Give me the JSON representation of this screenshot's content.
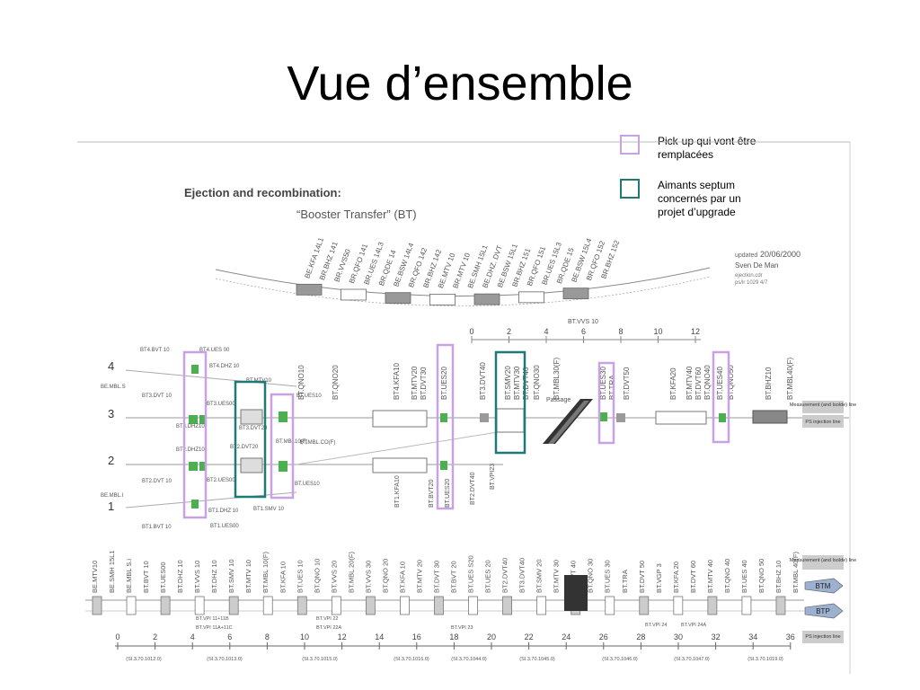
{
  "slide": {
    "title": "Vue d’ensemble"
  },
  "legend": [
    {
      "label_line1": "Pick-up qui vont être",
      "label_line2": "remplacées",
      "color": "#c9a2e6"
    },
    {
      "label_line1": "Aimants septum",
      "label_line2": "concernés par un",
      "label_line3": "projet d’upgrade",
      "color": "#1f7a73"
    }
  ],
  "scan": {
    "heading": "Ejection and recombination:",
    "subheading": "“Booster Transfer” (BT)",
    "updated": "updated",
    "date": "20/06/2000",
    "author": "Sven De Man",
    "file1": "ejection.cdr",
    "file2": "ps/lr 1029 4/7",
    "ring_labels": [
      "4",
      "3",
      "2",
      "1"
    ],
    "top_arc_labels": [
      "BE.KFA 14L1",
      "BR.BHZ 141",
      "BR.VVS50",
      "BR.QFO 141",
      "BR.UES 14L3",
      "BR.QDE 14",
      "BE.BSW 14L4",
      "BR.QFO 142",
      "BR.BHZ 142",
      "BE.MTV 10",
      "BR.MTV 10",
      "BE.SMH 15L1",
      "BE.DHZ. DVT",
      "BE.BSW 15L1",
      "BR.BHZ 151",
      "BR.QFO 151",
      "BR.UES 15L3",
      "BR.QDE 15",
      "BE.BSW 15L4",
      "BR.QFO 152",
      "BR.BHZ 152"
    ],
    "upper_labels": [
      "BT.QNO10",
      "BT.QNO20",
      "BT4.KFA10",
      "BT.MTV20",
      "BT.DVT30",
      "BT.UES20",
      "BT3.DVT40",
      "BT.SMV20",
      "BT.MTV30",
      "BT.DVT40",
      "BT.QNO30",
      "BT.MBL30(F)",
      "BT.UES30",
      "BT.TRA",
      "BT.DVT50",
      "BT.KFA20",
      "BT.MTV40",
      "BT.DVT60",
      "BT.QNO40",
      "BT.UES40",
      "BT.QNO50",
      "BT.BHZ10",
      "BT.MBL40(F)"
    ],
    "left_labels": [
      "BT4.BVT 10",
      "BT4.UES 00",
      "BT4.DHZ 10",
      "BE.MBL.S",
      "BT3.DVT 10",
      "BT3.UES00",
      "BT3.DVT20",
      "BT3.DHZ10",
      "BT.MTV10",
      "BT.UES10",
      "BT2.DHZ10",
      "BT2.DVT20",
      "BT.MBL10(F)",
      "BT.MBL.CO(F)",
      "BT2.DVT 10",
      "BT2.UES00",
      "BE.MBL.I",
      "BT1.DHZ 10",
      "BT1.SMV 10",
      "BT1.UES00",
      "BT1.BVT 10",
      "BT.UES10"
    ],
    "mid_labels": [
      "BT1.KFA10",
      "BT.BVT20",
      "BT.UES20",
      "BT2.DVT40",
      "BT.VPI23",
      "Passage",
      "BT.VVS 10"
    ],
    "bottom_labels": [
      "BE.MTV10",
      "BE.SMH 15L1",
      "BE.MBL S.i",
      "BT.BVT 10",
      "BT.UES00",
      "BT.DHZ 10",
      "BT.VVS 10",
      "BT.DHZ 10",
      "BT.SMV 10",
      "BT.MTV 10",
      "BT.MBL 10(F)",
      "BT.KFA 10",
      "BT.UES 10",
      "BT.QNO 10",
      "BT.VVS 20",
      "BT.MBL 20(F)",
      "BT.VVS 30",
      "BT.QNO 20",
      "BT.KFA 10",
      "BT.MTV 20",
      "BT.DVT 30",
      "BT.BVT 20",
      "BT.UES S20",
      "BT.UES 20",
      "BT2.DVT40",
      "BT3.DVT40",
      "BT.SMV 20",
      "BT.MTV 30",
      "BT.DVT 40",
      "BT.QNO 30",
      "BT.UES 30",
      "BT.TRA",
      "BT.DVT 50",
      "BT.VGP 3",
      "BT.KFA 20",
      "BT.DVT 60",
      "BT.MTV 40",
      "BT.QNO 40",
      "BT.UES 40",
      "BT.QNO 50",
      "BT.BHZ 10",
      "BT.MBL 40(F)"
    ],
    "bottom_small": [
      "BT.VPI 11+11B",
      "BT.VPI 11A+11C",
      "BT.VPI 22",
      "BT.VPI 22A",
      "BT.VPI 23",
      "BT.VPI 24",
      "BT.VPI 24A"
    ],
    "right_boxes": [
      "Measurement (and Isolde) line",
      "PS injection line",
      "Measurement (and Isolde) line",
      "PS injection line"
    ],
    "arrows": [
      "BTM",
      "BTP"
    ],
    "scale_top": [
      "0",
      "2",
      "4",
      "6",
      "8",
      "10",
      "12"
    ],
    "scale_bottom": [
      "0",
      "2",
      "4",
      "6",
      "8",
      "10",
      "12",
      "14",
      "16",
      "18",
      "20",
      "22",
      "24",
      "26",
      "28",
      "30",
      "32",
      "34",
      "36"
    ],
    "refs": [
      "(SI.3.70.1012.0)",
      "(SI.3.70.1013.0)",
      "(SI.3.70.1015.0)",
      "(SI.3.70.1016.0)",
      "(SI.3.70.1044.0)",
      "(SI.3.70.1045.0)",
      "(SI.3.70.1046.0)",
      "(SI.3.70.1047.0)",
      "(SI.3.70.1019.0)"
    ]
  }
}
